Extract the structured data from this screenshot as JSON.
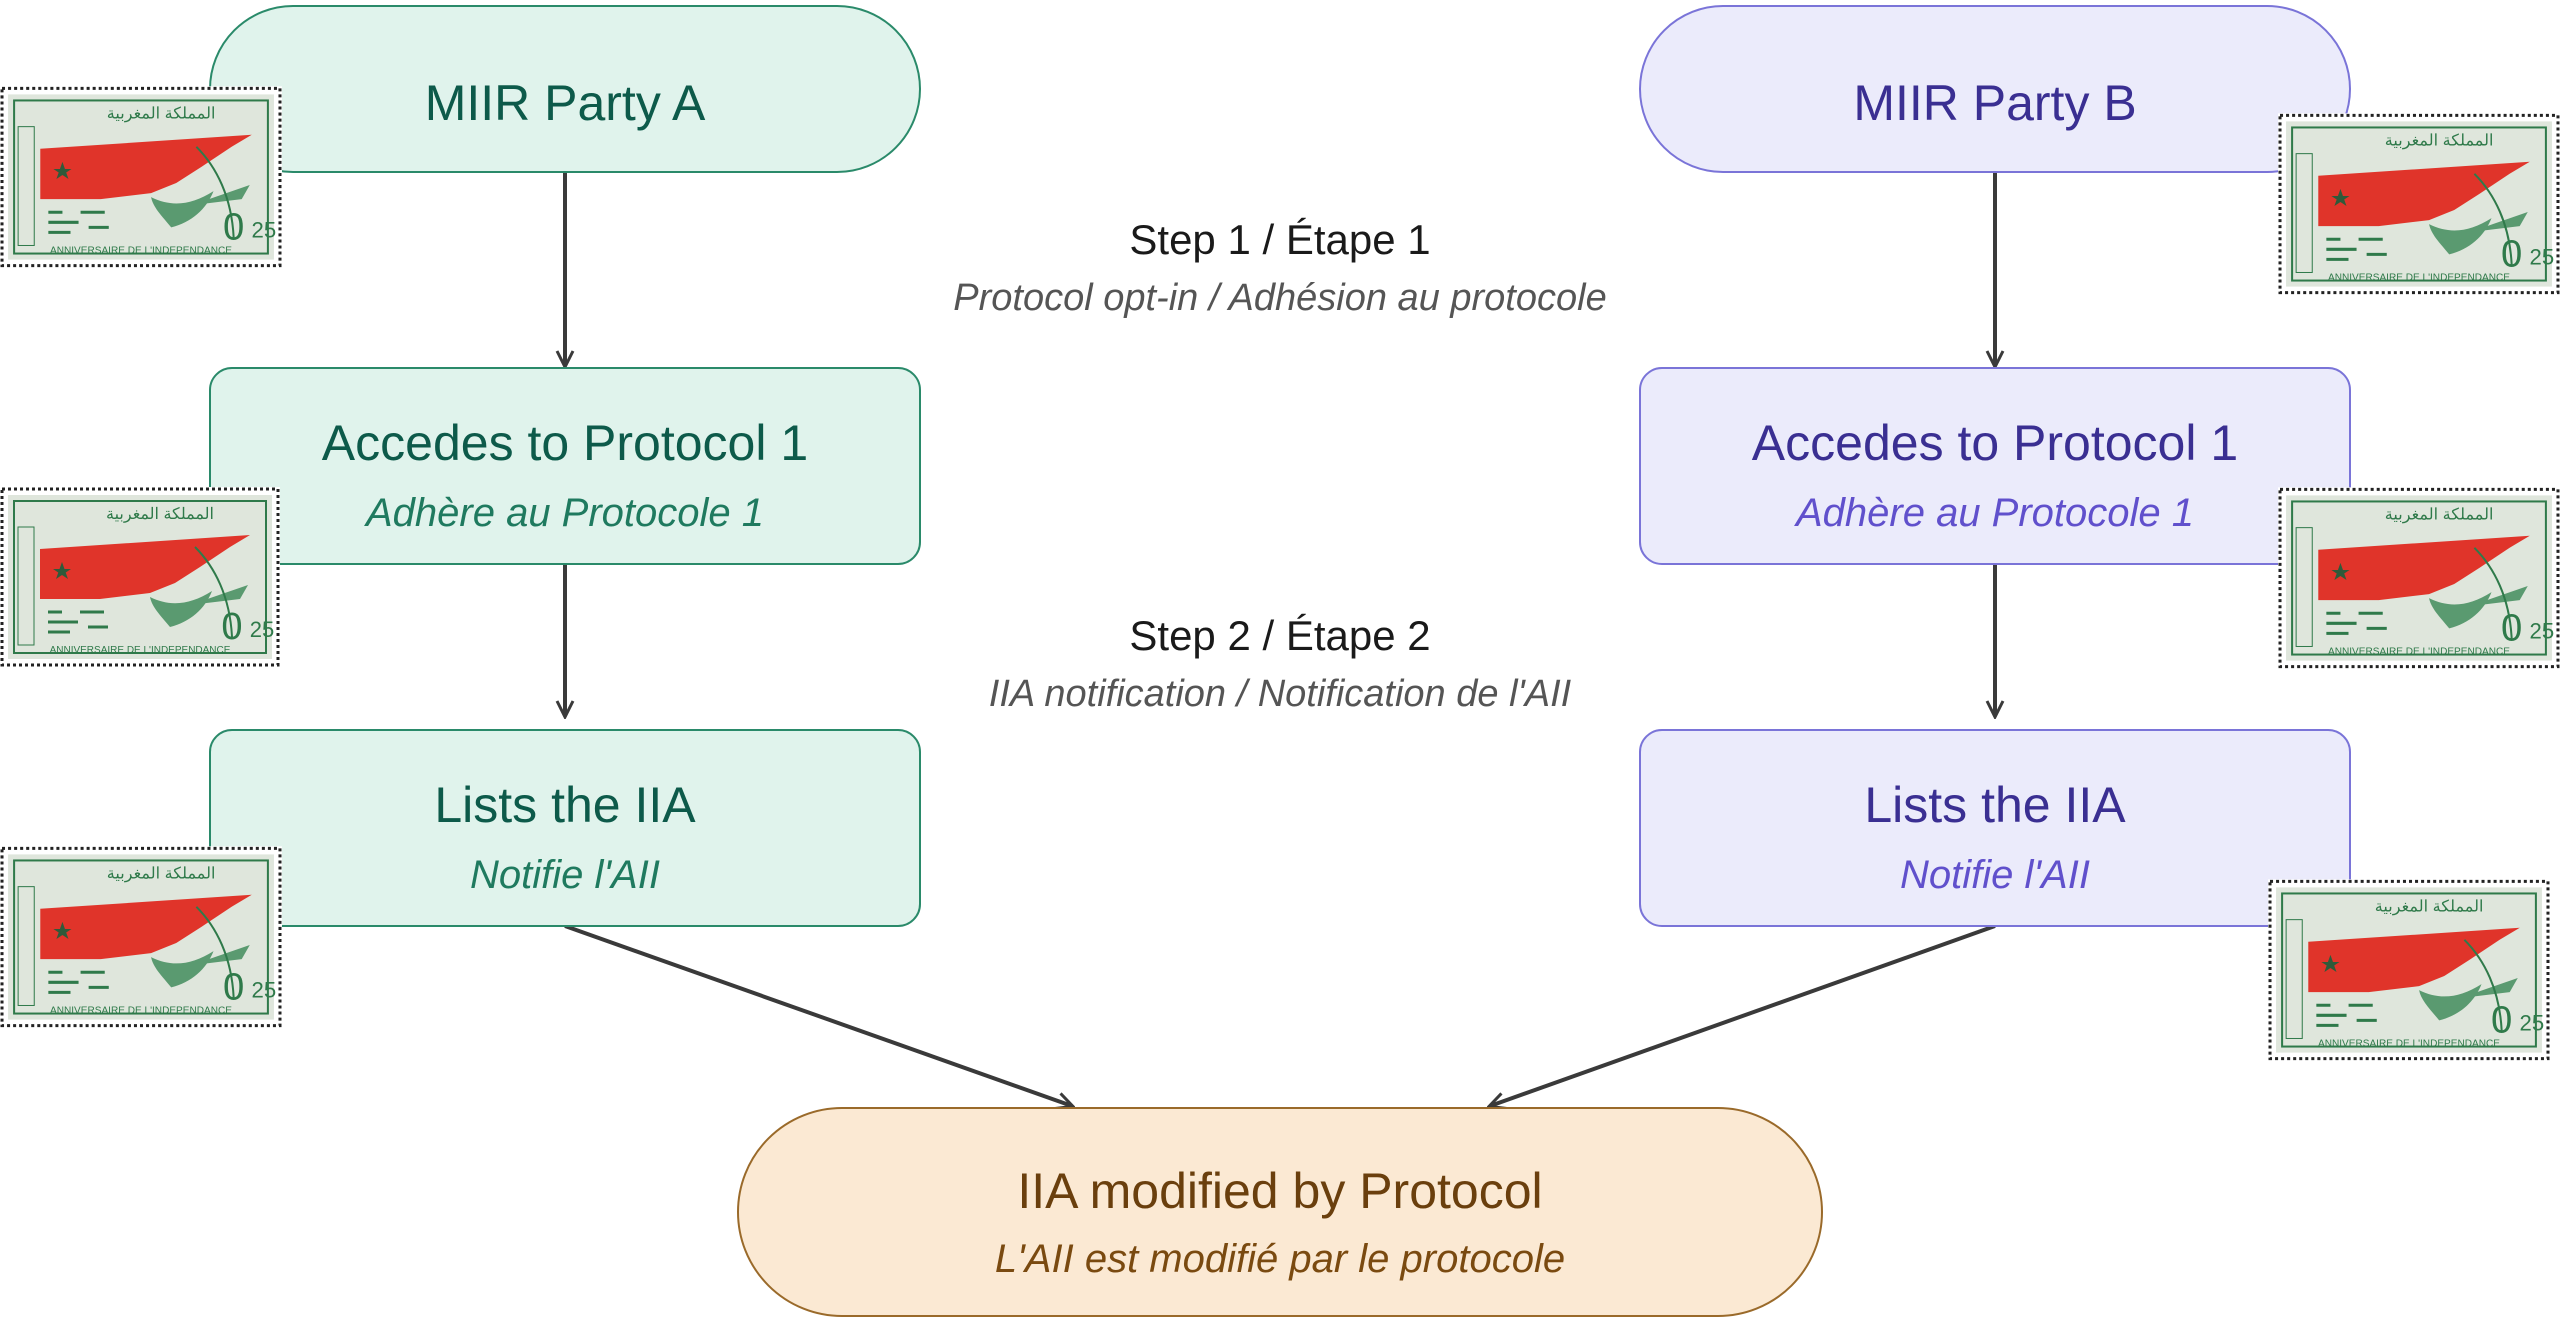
{
  "colors": {
    "party_a_fill": "#e0f3ec",
    "party_a_stroke": "#2a8a6a",
    "party_a_text": "#0d5a4a",
    "party_a_sub": "#1f7a5f",
    "party_b_fill": "#ebebfb",
    "party_b_stroke": "#7a74d8",
    "party_b_text": "#3a2f92",
    "party_b_sub": "#6050cc",
    "result_fill": "#fbe9d3",
    "result_stroke": "#9a6a2a",
    "result_text": "#6a3f0d",
    "arrow": "#3a3a3a",
    "stamp_paper": "#dfe6dc",
    "stamp_ink": "#2f7a4a",
    "stamp_flag": "#e0342a"
  },
  "party_a": {
    "title": "MIIR Party A",
    "step1": {
      "title": "Accedes to Protocol 1",
      "subtitle": "Adhère au Protocole 1"
    },
    "step2": {
      "title": "Lists the IIA",
      "subtitle": "Notifie l'AII"
    }
  },
  "party_b": {
    "title": "MIIR Party B",
    "step1": {
      "title": "Accedes to Protocol 1",
      "subtitle": "Adhère au Protocole 1"
    },
    "step2": {
      "title": "Lists the IIA",
      "subtitle": "Notifie l'AII"
    }
  },
  "steps": [
    {
      "title": "Step 1 / Étape 1",
      "subtitle": "Protocol opt-in / Adhésion au protocole"
    },
    {
      "title": "Step 2 / Étape 2",
      "subtitle": "IIA notification / Notification de l'AII"
    }
  ],
  "result": {
    "title": "IIA modified by Protocol",
    "subtitle": "L'AII est modifié par le protocole"
  },
  "stamp": {
    "arabic_title": "المملكة المغربية",
    "value": "0,25",
    "caption": "ANNIVERSAIRE DE L'INDEPENDANCE",
    "icon": "morocco-independance-stamp"
  }
}
